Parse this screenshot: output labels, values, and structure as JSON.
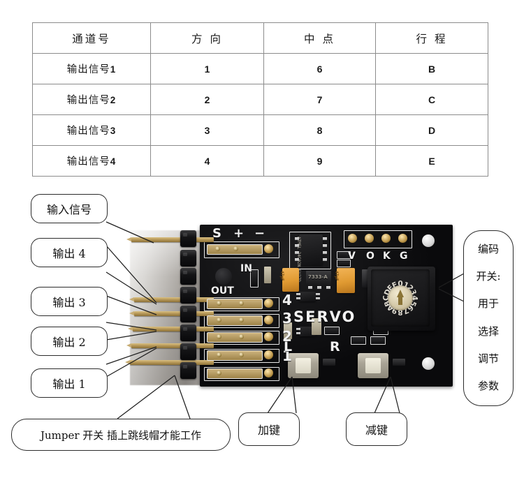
{
  "table": {
    "headers": [
      "通道号",
      "方 向",
      "中 点",
      "行 程"
    ],
    "rows": [
      {
        "channel_prefix": "输出信号",
        "channel_num": "1",
        "direction": "1",
        "midpoint": "6",
        "travel": "B"
      },
      {
        "channel_prefix": "输出信号",
        "channel_num": "2",
        "direction": "2",
        "midpoint": "7",
        "travel": "C"
      },
      {
        "channel_prefix": "输出信号",
        "channel_num": "3",
        "direction": "3",
        "midpoint": "8",
        "travel": "D"
      },
      {
        "channel_prefix": "输出信号",
        "channel_num": "4",
        "direction": "4",
        "midpoint": "9",
        "travel": "E"
      }
    ]
  },
  "callouts": {
    "input_signal": "输入信号",
    "output4": "输出 4",
    "output3": "输出 3",
    "output2": "输出 2",
    "output1": "输出 1",
    "jumper": "Jumper 开关  插上跳线帽才能工作",
    "plus_key": "加键",
    "minus_key": "减键",
    "encoder": [
      "编码",
      "开关:",
      "用于",
      "选择",
      "调节",
      "参数"
    ]
  },
  "board": {
    "silkscreen": {
      "s": "S",
      "plus": "+",
      "minus": "−",
      "in": "IN",
      "out": "OUT",
      "servo": "SERVO",
      "left_btn": "L",
      "right_btn": "R",
      "channels": [
        "4",
        "3",
        "2",
        "1"
      ],
      "pads": [
        "V",
        "O",
        "K",
        "G"
      ],
      "ic_marking": "ATMEL 24C02N SU27D",
      "transistor_marking": "7333-A"
    },
    "rotary_switch": {
      "positions": [
        "0",
        "1",
        "2",
        "3",
        "4",
        "5",
        "6",
        "7",
        "8",
        "9",
        "A",
        "B",
        "C",
        "D",
        "E",
        "F"
      ],
      "pointer": "arrow-up"
    },
    "colors": {
      "pcb": "#0a0a0c",
      "silkscreen": "#f2f2f2",
      "gold_pad": "#b8995a",
      "tantalum": "#e09a32",
      "jumper_cap": "#141416"
    }
  }
}
